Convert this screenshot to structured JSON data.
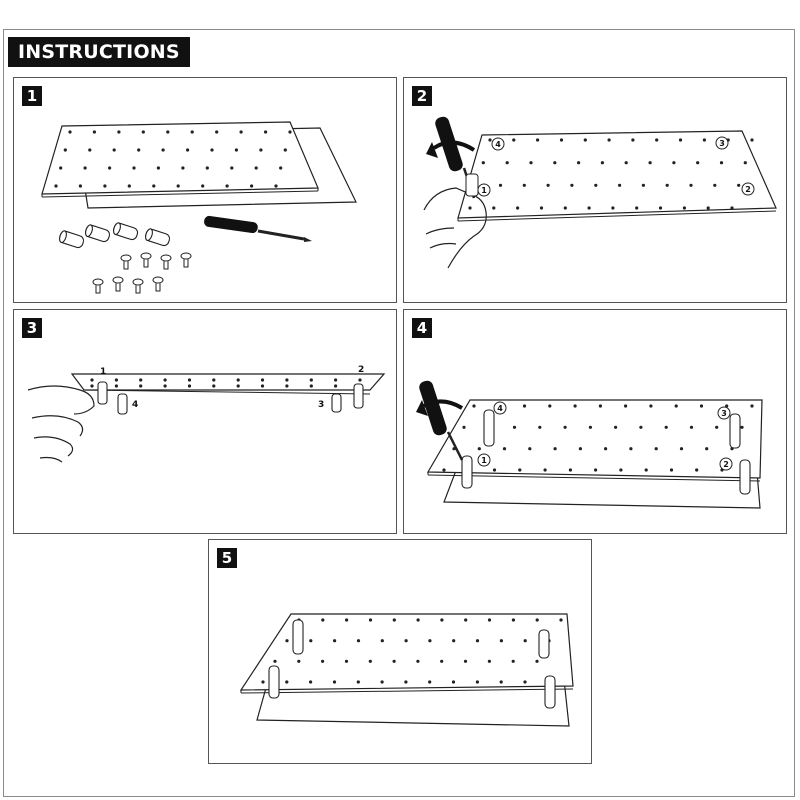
{
  "header": {
    "title": "INSTRUCTIONS"
  },
  "steps": [
    {
      "number": "1"
    },
    {
      "number": "2",
      "labels": [
        "1",
        "2",
        "3",
        "4"
      ]
    },
    {
      "number": "3",
      "labels": [
        "1",
        "2",
        "3",
        "4"
      ]
    },
    {
      "number": "4",
      "labels": [
        "1",
        "2",
        "3",
        "4"
      ]
    },
    {
      "number": "5"
    }
  ]
}
